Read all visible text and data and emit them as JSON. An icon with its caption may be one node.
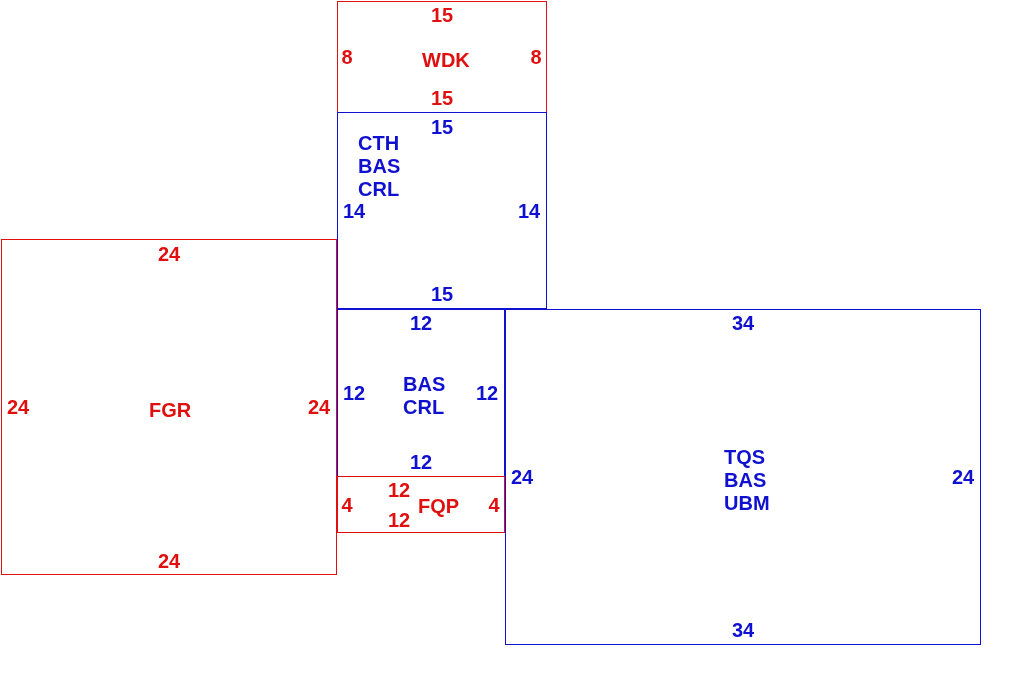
{
  "diagram": {
    "nodes": [
      {
        "text": [
          "WDK",
          "15",
          "8",
          "8",
          "15"
        ]
      },
      {
        "text": [
          "CTH BAS CRL",
          "15",
          "14",
          "14",
          "15"
        ]
      },
      {
        "text": [
          "FGR",
          "24",
          "24",
          "24",
          "24"
        ]
      },
      {
        "text": [
          "BAS CRL",
          "12",
          "12",
          "12",
          "12"
        ]
      },
      {
        "text": [
          "TQS BAS UBM",
          "34",
          "24",
          "24",
          "34"
        ]
      },
      {
        "text": [
          "FQP",
          "12",
          "4",
          "4",
          "12"
        ]
      }
    ],
    "edges": []
  }
}
